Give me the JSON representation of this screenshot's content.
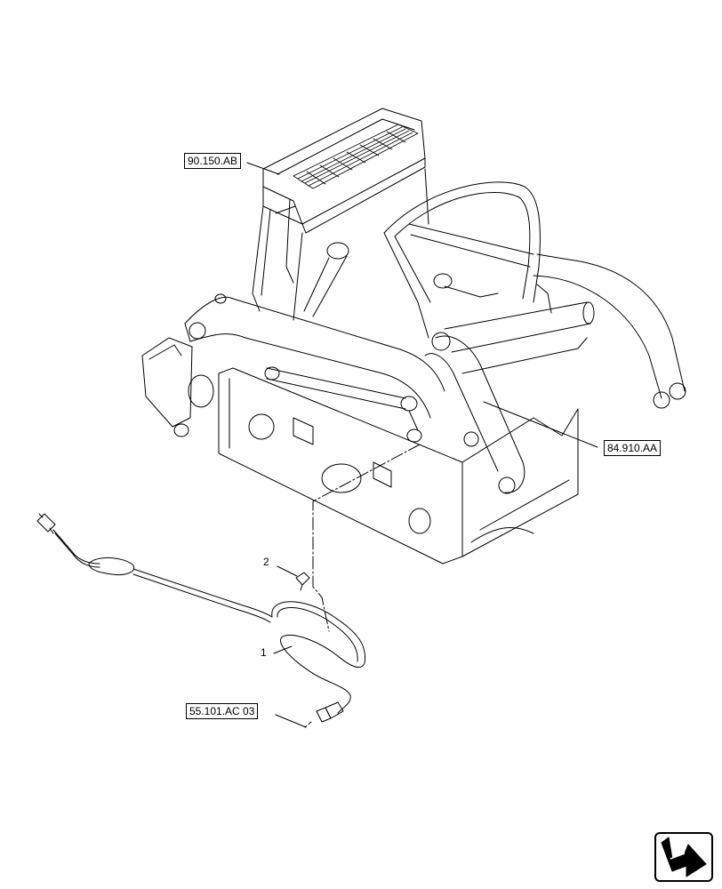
{
  "references": {
    "cab_ref": "90.150.AB",
    "loader_arm_ref": "84.910.AA",
    "harness_ref": "55.101.AC 03"
  },
  "callouts": {
    "item_1": "1",
    "item_2": "2"
  },
  "icons": {
    "navigation": "next-page-arrow-icon"
  },
  "colors": {
    "line": "#000000",
    "background": "#ffffff"
  }
}
